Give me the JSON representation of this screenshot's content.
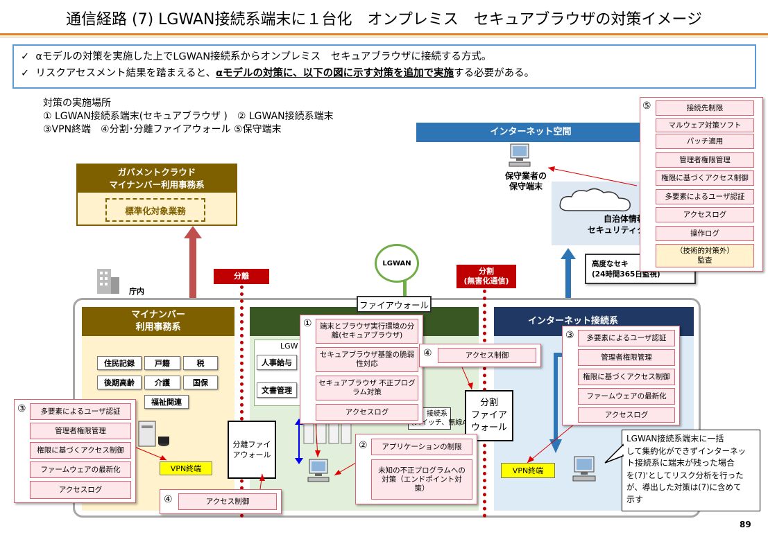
{
  "page": {
    "title": "通信経路 (7) LGWAN接続系端末に１台化　オンプレミス　セキュアブラウザの対策イメージ",
    "page_number": "89"
  },
  "note": {
    "line1": "αモデルの対策を実施した上でLGWAN接続系からオンプレミス　セキュアブラウザに接続する方式。",
    "line2_pre": "リスクアセスメント結果を踏まえると、",
    "line2_bold": "αモデルの対策に、以下の図に示す対策を追加で実施",
    "line2_post": "する必要がある。"
  },
  "locations": {
    "heading": "対策の実施場所",
    "line1": "① LGWAN接続系端末(セキュアブラウザ )　② LGWAN接続系端末",
    "line2": "③VPN終端　④分割･分離ファイアウォール ⑤保守端末"
  },
  "gov_cloud": {
    "title_line1": "ガバメントクラウド",
    "title_line2": "マイナンバー利用事務系",
    "standard": "標準化対象業務"
  },
  "internet_space": {
    "label": "インターネット空間",
    "maint_line1": "保守業者の",
    "maint_line2": "保守端末",
    "cloud_line1": "自治体情報",
    "cloud_line2": "セキュリティク",
    "soc_line1": "高度なセキ",
    "soc_line2": "(24時間365日監視)"
  },
  "panel5": {
    "num": "⑤",
    "items": [
      "接続先制限",
      "マルウェア対策ソフト",
      "パッチ適用",
      "管理者権限管理",
      "権限に基づくアクセス制御",
      "多要素によるユーザ認証",
      "アクセスログ",
      "操作ログ"
    ],
    "extra_line1": "（技術的対策外）",
    "extra_line2": "監査"
  },
  "lgwan": "LGWAN",
  "firewall": "ファイアウォール",
  "separation": {
    "tag1": "分離",
    "tag2_line1": "分割",
    "tag2_line2": "(無害化通信)"
  },
  "office": "庁内",
  "mynumber": {
    "title_line1": "マイナンバー",
    "title_line2": "利用事務系",
    "businesses": [
      "住民記録",
      "戸籍",
      "税",
      "後期高齢",
      "介護",
      "国保",
      "福祉関連"
    ]
  },
  "lgwan_zone": {
    "label": "LGW",
    "biz1": "人事給与",
    "biz2": "文書管理",
    "wireless_line1": "接続系",
    "wireless_line2": "(スイッチ、無線AP)"
  },
  "internet_zone": {
    "label": "インターネット接続系"
  },
  "panel1": {
    "num": "①",
    "items": [
      "端末とブラウザ実行環境の分離(セキュアブラウザ)",
      "セキュアブラウザ基盤の脆弱性対応",
      "セキュアブラウザ 不正プログラム対策",
      "アクセスログ"
    ]
  },
  "panel2": {
    "num": "②",
    "items": [
      "アプリケーションの制限",
      "未知の不正プログラムへの対策（エンドポイント対策）"
    ]
  },
  "panel3_left": {
    "num": "③",
    "items": [
      "多要素によるユーザ認証",
      "管理者権限管理",
      "権限に基づくアクセス制御",
      "ファームウェアの最新化",
      "アクセスログ"
    ]
  },
  "panel3_right": {
    "num": "③",
    "items": [
      "多要素によるユーザ認証",
      "管理者権限管理",
      "権限に基づくアクセス制御",
      "ファームウェアの最新化",
      "アクセスログ"
    ]
  },
  "panel4_bottom": {
    "num": "④",
    "item": "アクセス制御"
  },
  "panel4_mid": {
    "num": "④",
    "item": "アクセス制御"
  },
  "separation_fw_line1": "分離ファイ",
  "separation_fw_line2": "アウォール",
  "split_fw_line1": "分割",
  "split_fw_line2": "ファイア",
  "split_fw_line3": "ウォール",
  "vpn_left": "VPN終端",
  "vpn_right": "VPN終端",
  "callout": {
    "line1": "LGWAN接続系端末に一括",
    "line2": "して集約化ができずインターネッ",
    "line3": "ト接続系に端末が残った場合",
    "line4": "を(7)'としてリスク分析を行った",
    "line5": "が、導出した対策は(7)に含めて",
    "line6": "示す"
  },
  "colors": {
    "accent_orange": "#e67e22",
    "note_border": "#5b9bd5",
    "gov_brown": "#7f6000",
    "lgwan_green": "#385723",
    "internet_navy": "#1f3864",
    "separation_red": "#c00000"
  }
}
